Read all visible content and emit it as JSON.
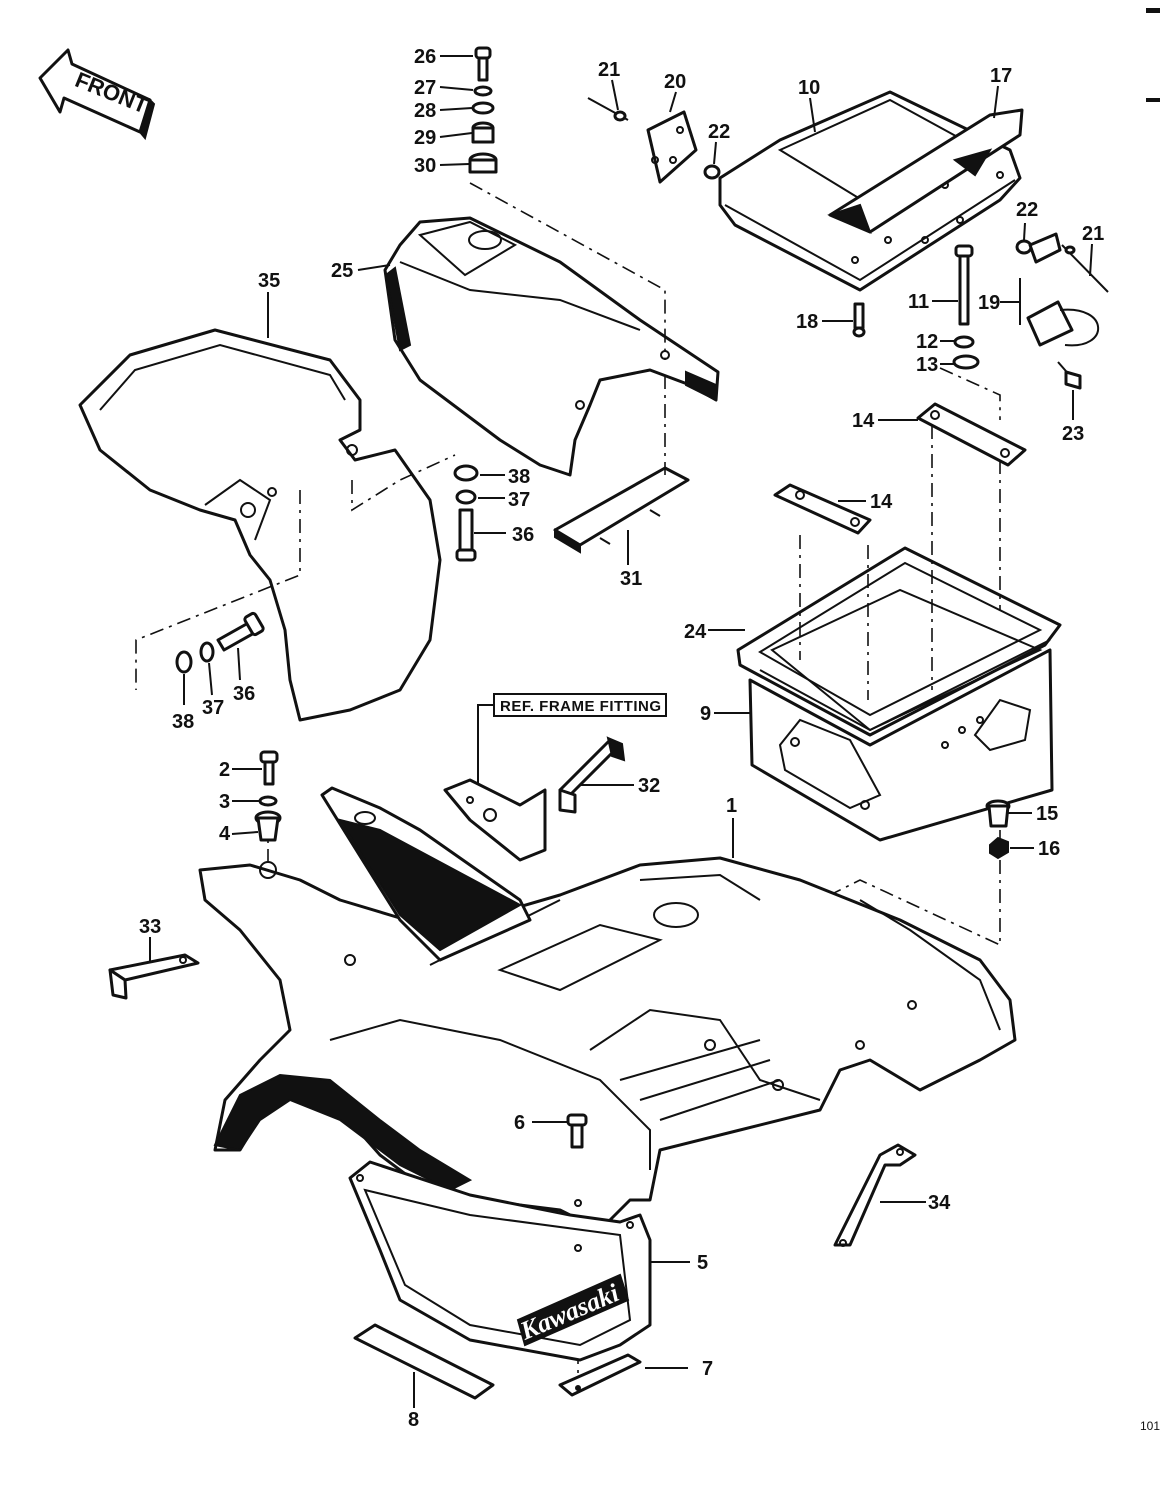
{
  "front_label": "FRONT",
  "ref_label": "REF. FRAME FITTING",
  "brand_text": "Kawasaki",
  "page_number": "101",
  "callouts": {
    "c1": "1",
    "c2": "2",
    "c3": "3",
    "c4": "4",
    "c5": "5",
    "c6": "6",
    "c7": "7",
    "c8": "8",
    "c9": "9",
    "c10": "10",
    "c11": "11",
    "c12": "12",
    "c13": "13",
    "c14a": "14",
    "c14b": "14",
    "c15": "15",
    "c16": "16",
    "c17": "17",
    "c18": "18",
    "c19": "19",
    "c20": "20",
    "c21a": "21",
    "c21b": "21",
    "c22a": "22",
    "c22b": "22",
    "c23": "23",
    "c24": "24",
    "c25": "25",
    "c26": "26",
    "c27": "27",
    "c28": "28",
    "c29": "29",
    "c30": "30",
    "c31": "31",
    "c32": "32",
    "c33": "33",
    "c34": "34",
    "c35": "35",
    "c36a": "36",
    "c36b": "36",
    "c37a": "37",
    "c37b": "37",
    "c38a": "38",
    "c38b": "38"
  }
}
